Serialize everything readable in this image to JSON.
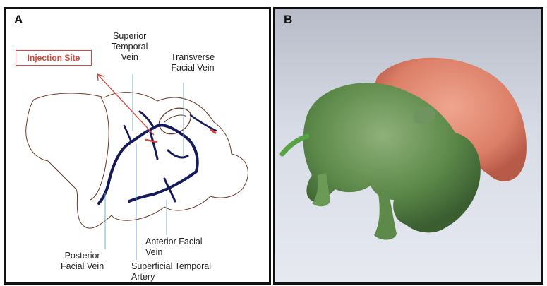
{
  "panel_a": {
    "letter": "A",
    "injection_site": "Injection Site",
    "labels": {
      "superior_temporal_vein": [
        "Superior",
        "Temporal",
        "Vein"
      ],
      "transverse_facial_vein": [
        "Transverse",
        "Facial Vein"
      ],
      "posterior_facial_vein": [
        "Posterior",
        "Facial Vein"
      ],
      "anterior_facial_vein": [
        "Anterior Facial",
        "Vein"
      ],
      "superficial_temporal_artery": [
        "Superficial Temporal",
        "Artery"
      ]
    },
    "colors": {
      "vein": "#141a5c",
      "injection": "#d9453a",
      "outline": "#6b3a2a",
      "leader": "#7fa8c9"
    }
  },
  "panel_b": {
    "letter": "B",
    "colors": {
      "green_pup": "#5d8a4a",
      "pink_pup": "#dc7f68",
      "background": "#d9dde6"
    }
  }
}
